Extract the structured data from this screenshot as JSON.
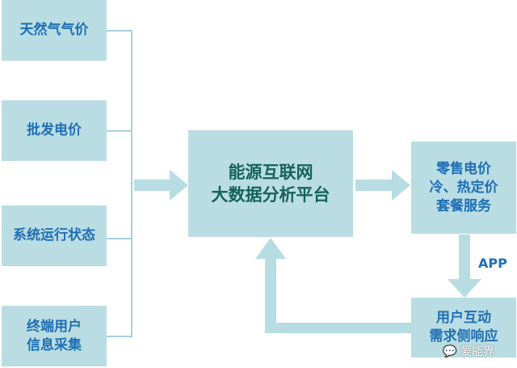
{
  "inputs": [
    {
      "label": "天然气气价"
    },
    {
      "label": "批发电价"
    },
    {
      "label": "系统运行状态"
    },
    {
      "label": "终端用户",
      "label2": "信息采集"
    }
  ],
  "platform": {
    "line1": "能源互联网",
    "line2": "大数据分析平台"
  },
  "retail": {
    "line1": "零售电价",
    "line2": "冷、热定价",
    "line3": "套餐服务"
  },
  "interaction": {
    "line1": "用户互动",
    "line2": "需求侧响应"
  },
  "app_label": "APP",
  "watermark": "爱能界",
  "colors": {
    "box": "#b9dde3",
    "text_blue": "#1f6fb5",
    "text_teal": "#15625d"
  }
}
